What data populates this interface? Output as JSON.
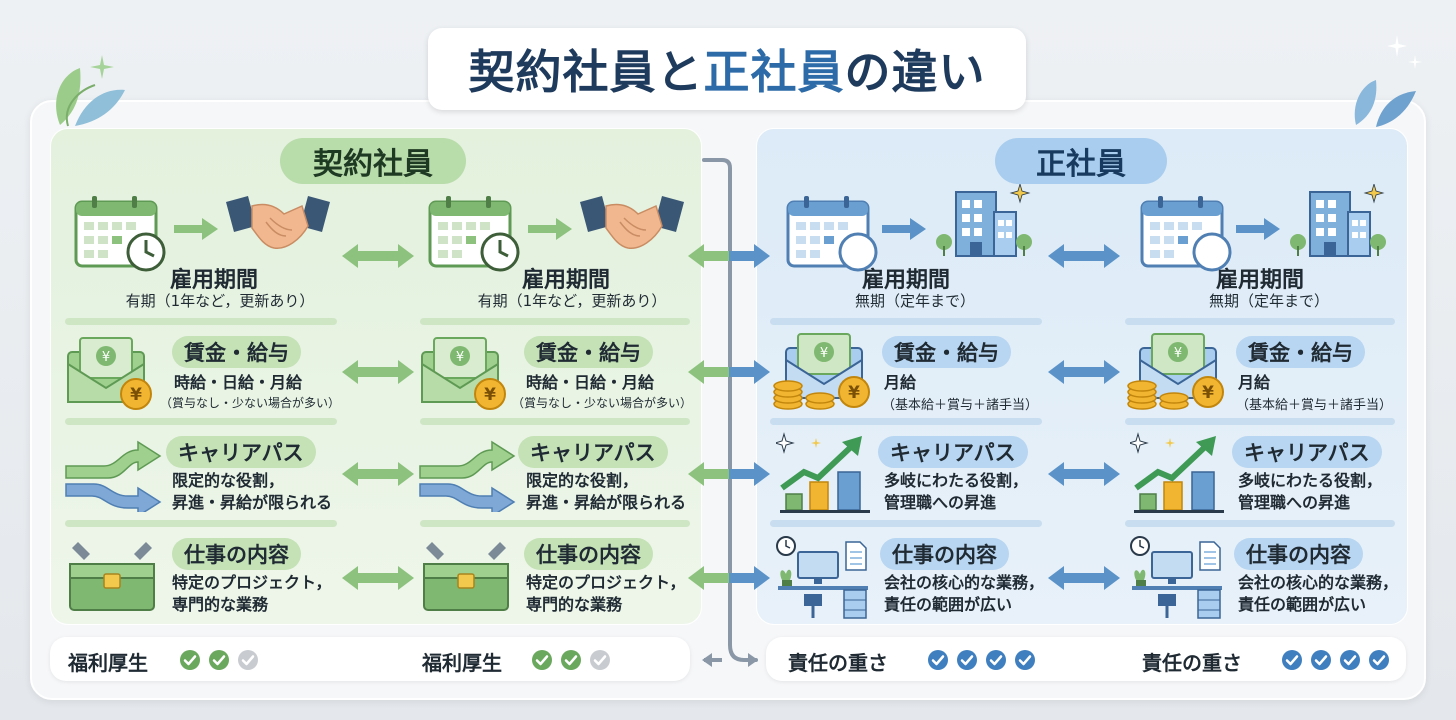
{
  "title": {
    "part1": "契約社員と",
    "part2": "正社員",
    "part3": "の違い"
  },
  "contract": {
    "heading": "契約社員",
    "employment": {
      "title": "雇用期間",
      "desc": "有期（1年など，更新あり）"
    },
    "wage": {
      "title": "賃金・給与",
      "line1": "時給・日給・月給",
      "line2": "（賞与なし・少ない場合が多い）"
    },
    "career": {
      "title": "キャリアパス",
      "line1": "限定的な役割，",
      "line2": "昇進・昇給が限られる"
    },
    "work": {
      "title": "仕事の内容",
      "line1": "特定のプロジェクト，",
      "line2": "専門的な業務"
    },
    "footer": {
      "label": "福利厚生",
      "checks_on": 2,
      "checks_total": 3
    }
  },
  "regular": {
    "heading": "正社員",
    "employment": {
      "title": "雇用期間",
      "desc": "無期（定年まで）"
    },
    "wage": {
      "title": "賃金・給与",
      "line1": "月給",
      "line2": "（基本給＋賞与＋諸手当）"
    },
    "career": {
      "title": "キャリアパス",
      "line1": "多岐にわたる役割，",
      "line2": "管理職への昇進"
    },
    "work": {
      "title": "仕事の内容",
      "line1": "会社の核心的な業務，",
      "line2": "責任の範囲が広い"
    },
    "footer": {
      "label": "責任の重さ",
      "checks_on": 4,
      "checks_total": 4
    }
  },
  "colors": {
    "green": "#6aa85d",
    "green_light": "#b9dcab",
    "blue": "#3f7fbf",
    "blue_light": "#a9cdee",
    "gold": "#e8a520",
    "check_off": "#c8ccd0"
  }
}
